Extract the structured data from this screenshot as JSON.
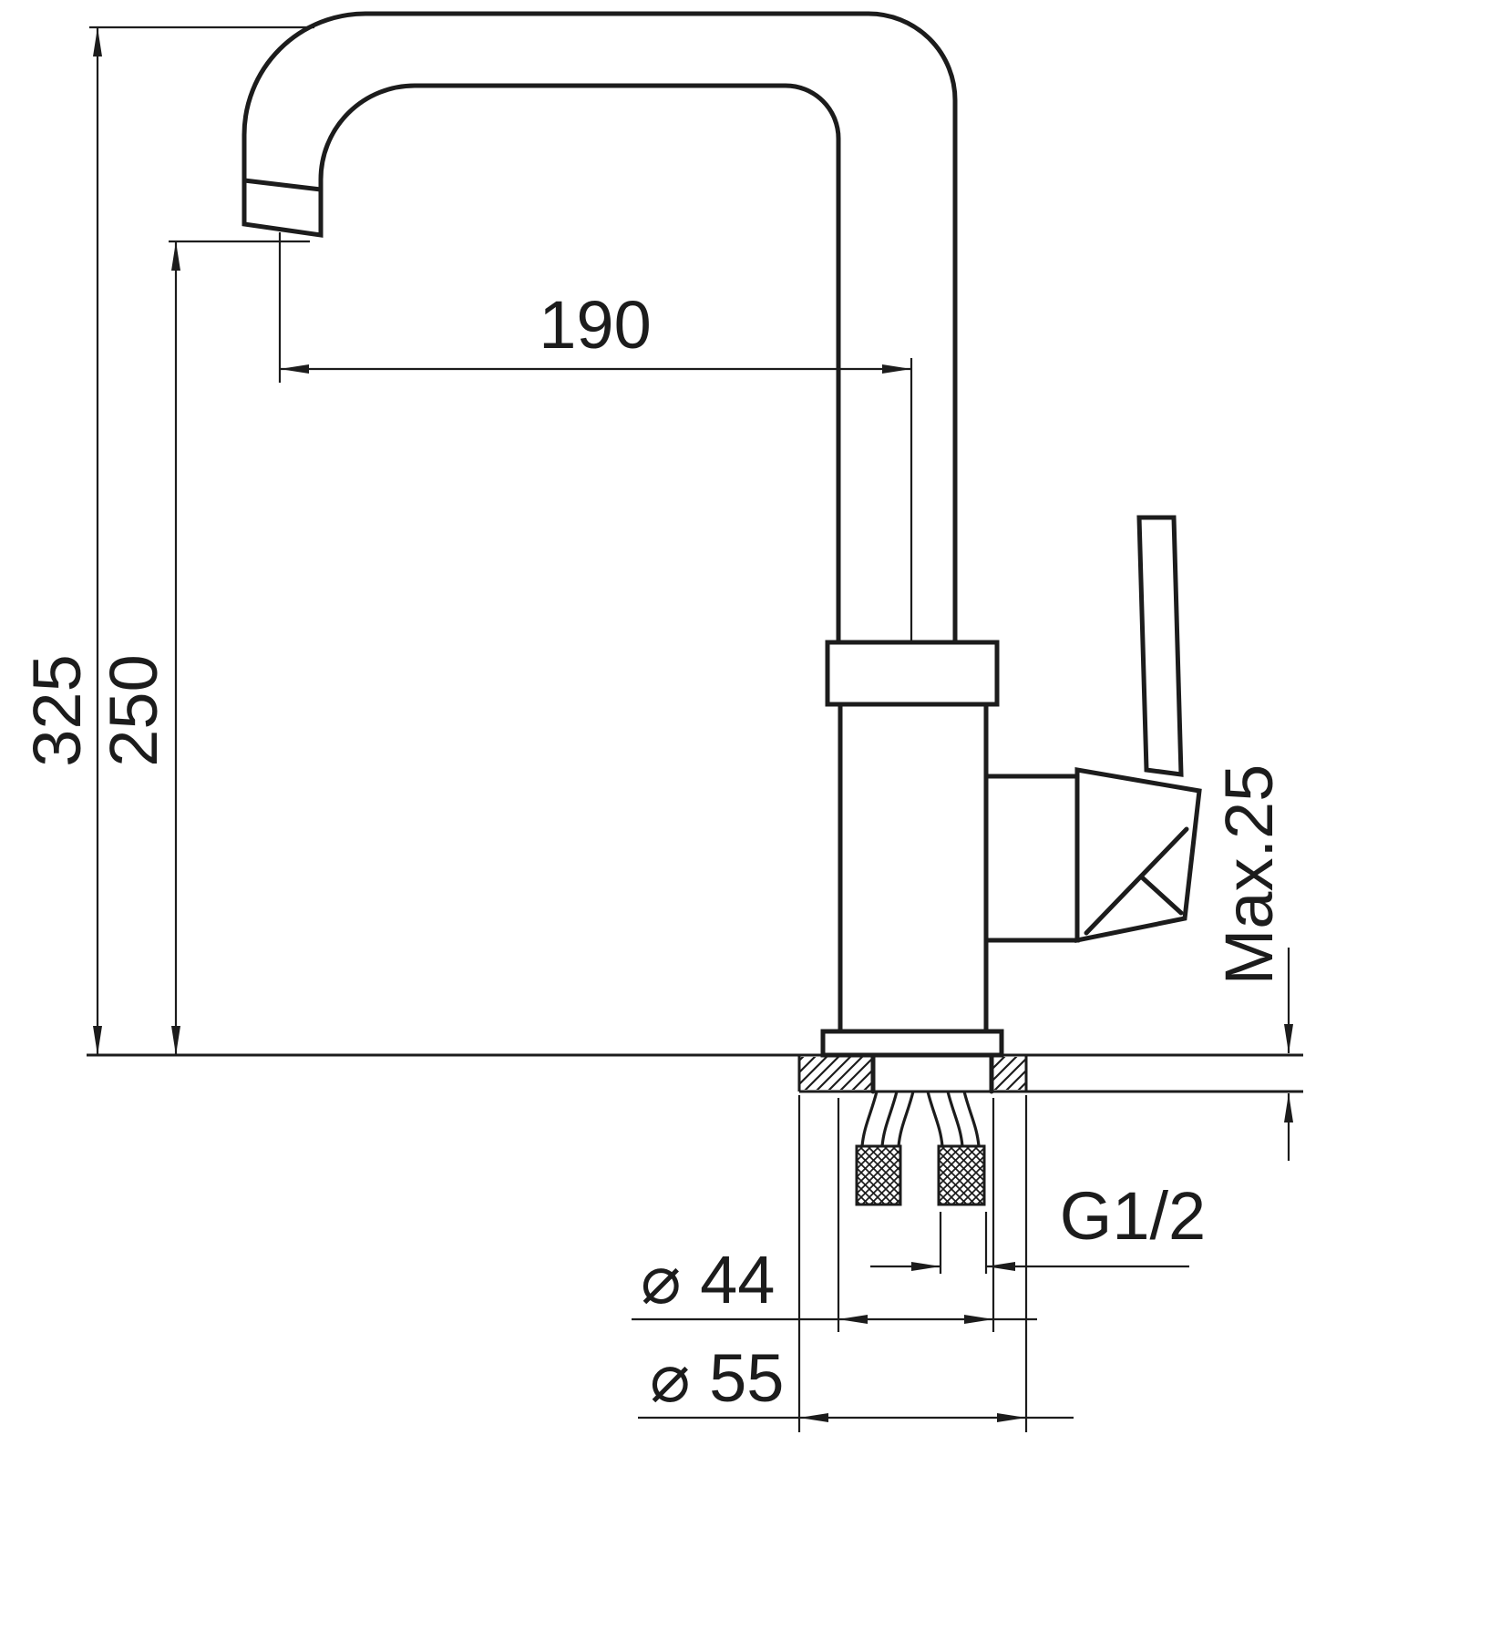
{
  "drawing": {
    "labels": {
      "overall_height": "325",
      "spout_outlet_height": "250",
      "spout_reach": "190",
      "max_mounting_thickness": "Max.25",
      "connection_thread": "G1/2",
      "shank_diameter": "⌀ 44",
      "base_diameter": "⌀ 55"
    },
    "colors": {
      "line": "#1c1c1c",
      "background": "#ffffff"
    }
  }
}
